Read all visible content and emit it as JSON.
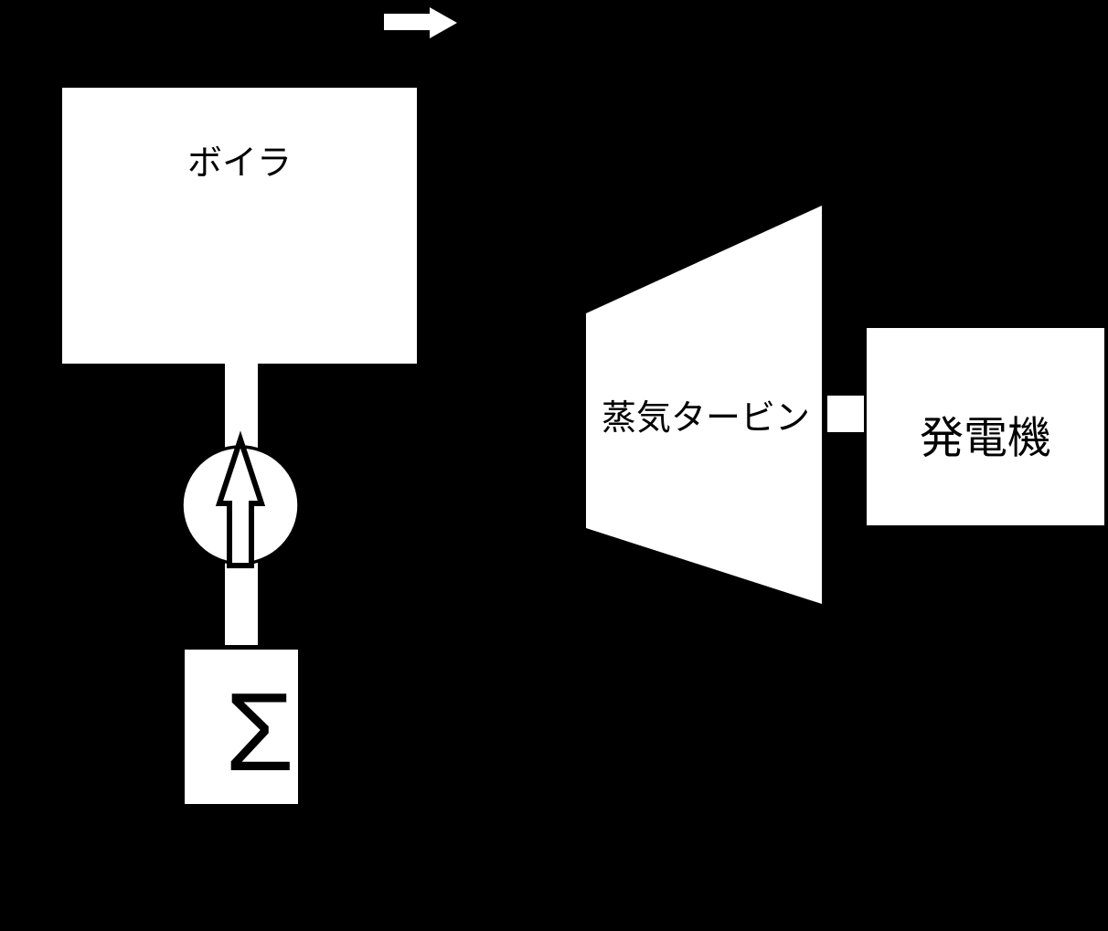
{
  "diagram": {
    "description": "steam-power-plant-block-diagram",
    "colors": {
      "background": "#000000",
      "shape_fill": "#ffffff",
      "line_and_text": "#000000"
    },
    "boiler": {
      "label": "ボイラ"
    },
    "steam_turbine": {
      "label": "蒸気タービン"
    },
    "generator": {
      "label": "発電機"
    },
    "heat_input": {
      "symbol": "Σ"
    },
    "pump": {
      "icon": "up-arrow"
    },
    "flow_arrow": {
      "icon": "right-arrow"
    }
  }
}
